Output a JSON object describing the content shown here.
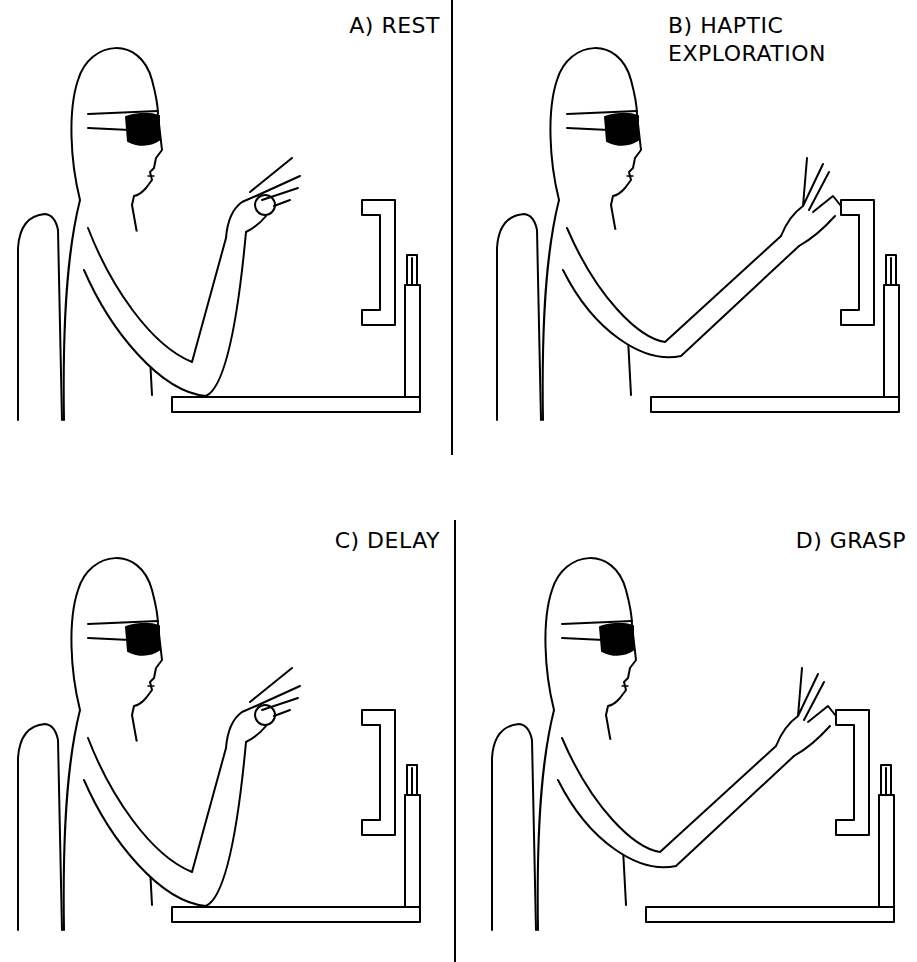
{
  "diagram": {
    "labels": [
      "A) REST",
      "B) HAPTIC EXPLORATION",
      "C) DELAY",
      "D) GRASP"
    ]
  }
}
